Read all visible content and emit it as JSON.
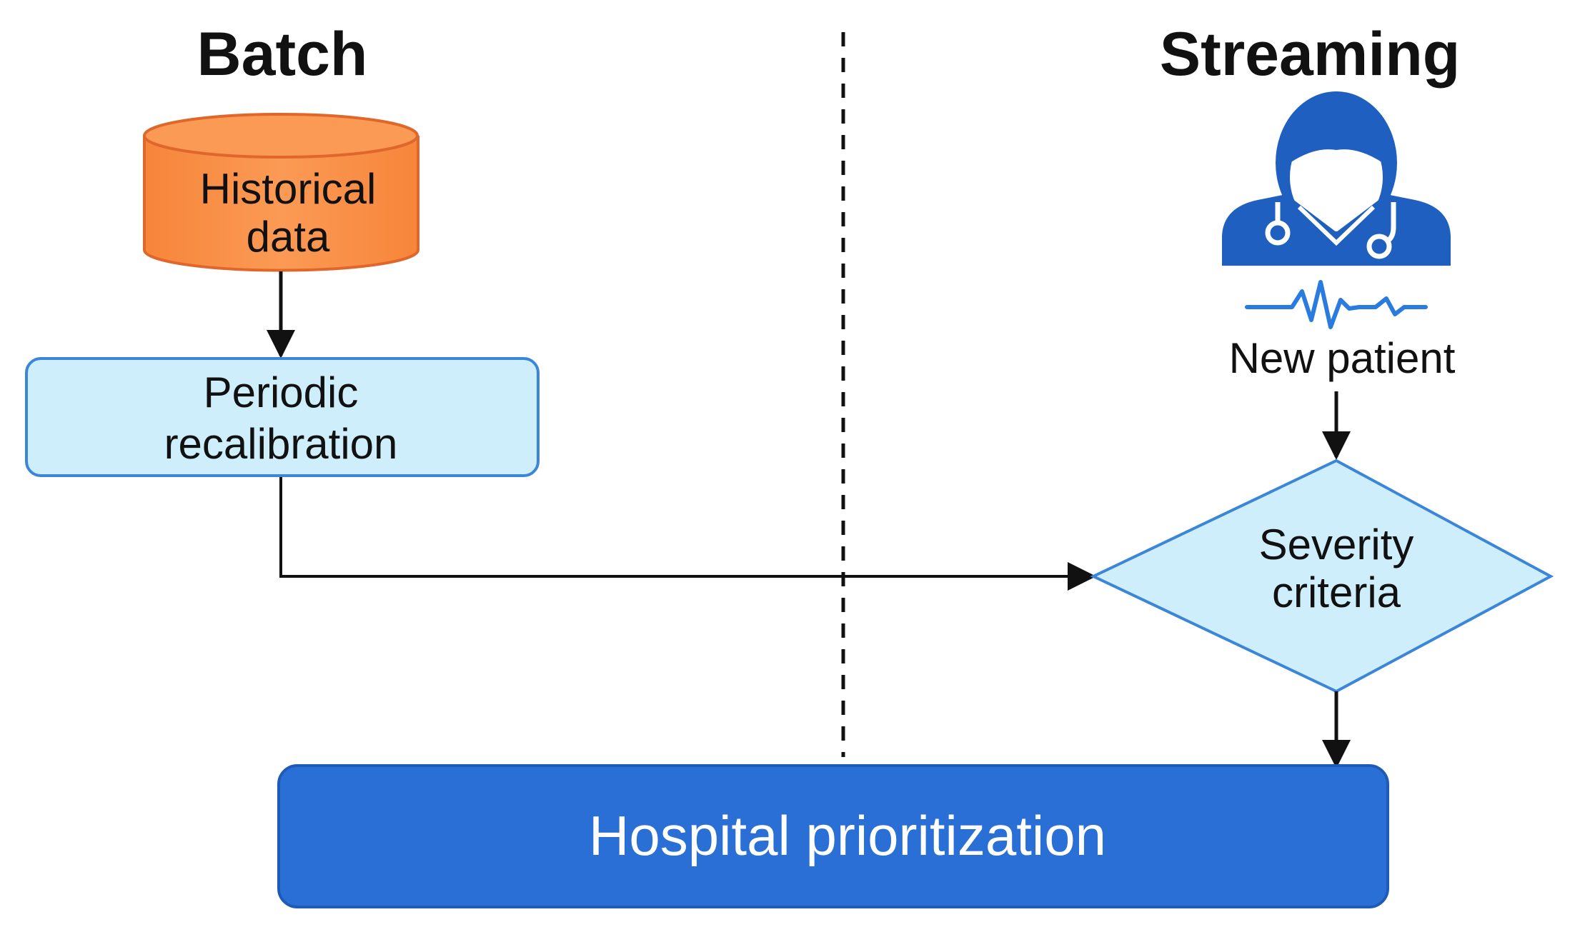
{
  "headings": {
    "left": "Batch",
    "right": "Streaming"
  },
  "nodes": {
    "historical_data": {
      "shape": "cylinder",
      "lines": [
        "Historical",
        "data"
      ]
    },
    "periodic_recalibration": {
      "shape": "rounded-rectangle",
      "lines": [
        "Periodic",
        "recalibration"
      ]
    },
    "new_patient": {
      "icon": "doctor-with-stethoscope-icon",
      "signal": "heartbeat-line-icon",
      "label": "New patient"
    },
    "severity_criteria": {
      "shape": "diamond",
      "lines": [
        "Severity",
        "criteria"
      ]
    },
    "hospital_prioritization": {
      "shape": "rounded-rectangle",
      "label": "Hospital prioritization"
    }
  },
  "edges": [
    {
      "from": "historical_data",
      "to": "periodic_recalibration"
    },
    {
      "from": "periodic_recalibration",
      "to": "severity_criteria"
    },
    {
      "from": "new_patient",
      "to": "severity_criteria"
    },
    {
      "from": "severity_criteria",
      "to": "hospital_prioritization"
    }
  ],
  "colors": {
    "cylinder_fill": "#f9944f",
    "cylinder_stroke": "#e0672b",
    "light_blue_fill": "#cfeefb",
    "light_blue_stroke": "#3b86d8",
    "dark_blue_fill": "#2a6fd6",
    "icon_blue": "#1f5fbf",
    "signal_blue": "#2a7be0",
    "line": "#111111"
  }
}
